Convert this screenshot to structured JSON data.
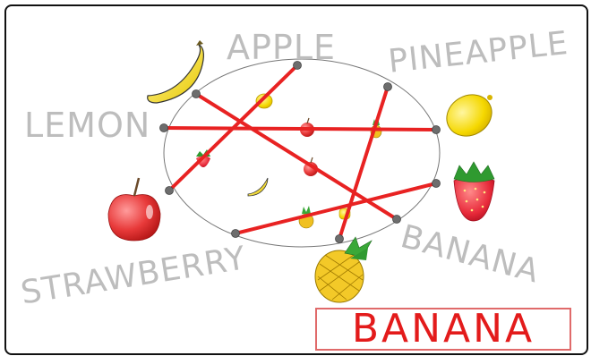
{
  "labels": {
    "apple": "APPLE",
    "pineapple": "PINEAPPLE",
    "lemon": "LEMON",
    "strawberry": "STRAWBERRY",
    "banana": "BANANA"
  },
  "answer": "BANANA",
  "colors": {
    "label_gray": "#bdbdbd",
    "line_red": "#e82222",
    "answer_red": "#e31b1b",
    "answer_border": "#e06a6a"
  },
  "icons": [
    "banana-icon",
    "lemon-icon",
    "strawberry-icon",
    "apple-icon",
    "pineapple-icon"
  ]
}
